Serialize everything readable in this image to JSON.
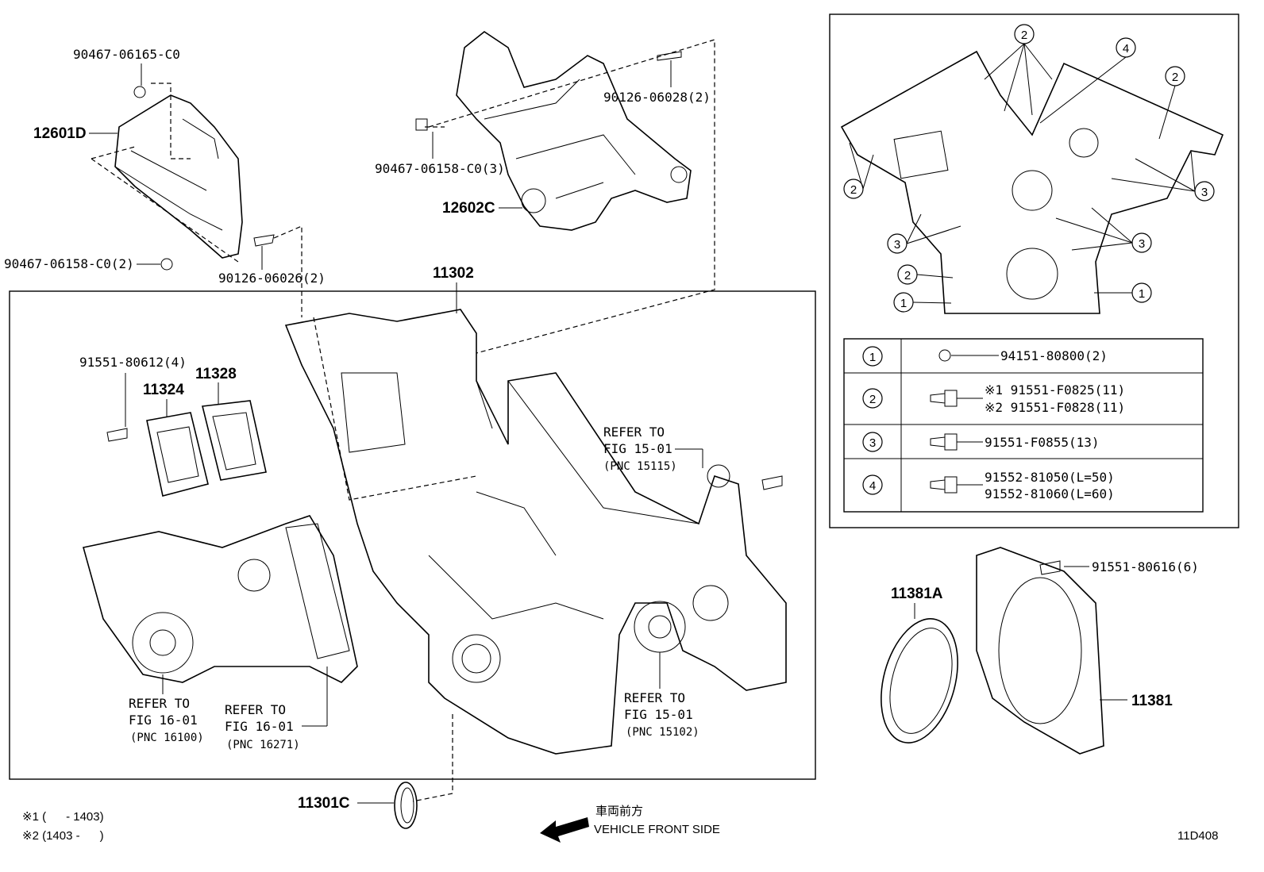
{
  "diagram_code": "11D408",
  "labels": {
    "bolt_12601d": "90467-06165-C0",
    "cover_12601d": "12601D",
    "bolt_lower_left": "90467-06158-C0(2)",
    "stud_left": "90126-06026(2)",
    "bolt_12602c": "90467-06158-C0(3)",
    "stud_right": "90126-06028(2)",
    "cover_12602c": "12602C",
    "timing_cover": "11302",
    "bolt_11324": "91551-80612(4)",
    "plate_11324": "11324",
    "gasket_11328": "11328",
    "oil_seal_front": "11301C",
    "rear_seal": "11381A",
    "rear_retainer": "11381",
    "bolt_rear": "91551-80616(6)"
  },
  "refers": [
    {
      "line1": "REFER TO",
      "line2": "FIG 15-01",
      "line3": "(PNC 15115)"
    },
    {
      "line1": "REFER TO",
      "line2": "FIG 16-01",
      "line3": "(PNC 16100)"
    },
    {
      "line1": "REFER TO",
      "line2": "FIG 16-01",
      "line3": "(PNC 16271)"
    },
    {
      "line1": "REFER TO",
      "line2": "FIG 15-01",
      "line3": "(PNC 15102)"
    }
  ],
  "inset_callouts": [
    "1",
    "2",
    "3",
    "4"
  ],
  "bolt_table": [
    {
      "key": "1",
      "parts": [
        "94151-80800(2)"
      ]
    },
    {
      "key": "2",
      "parts": [
        "※1 91551-F0825(11)",
        "※2 91551-F0828(11)"
      ]
    },
    {
      "key": "3",
      "parts": [
        "91551-F0855(13)"
      ]
    },
    {
      "key": "4",
      "parts": [
        "91552-81050(L=50)",
        "91552-81060(L=60)"
      ]
    }
  ],
  "notes": [
    "※1 (      - 1403)",
    "※2 (1403 -      )"
  ],
  "direction": {
    "jp": "車両前方",
    "en": "VEHICLE FRONT SIDE"
  }
}
